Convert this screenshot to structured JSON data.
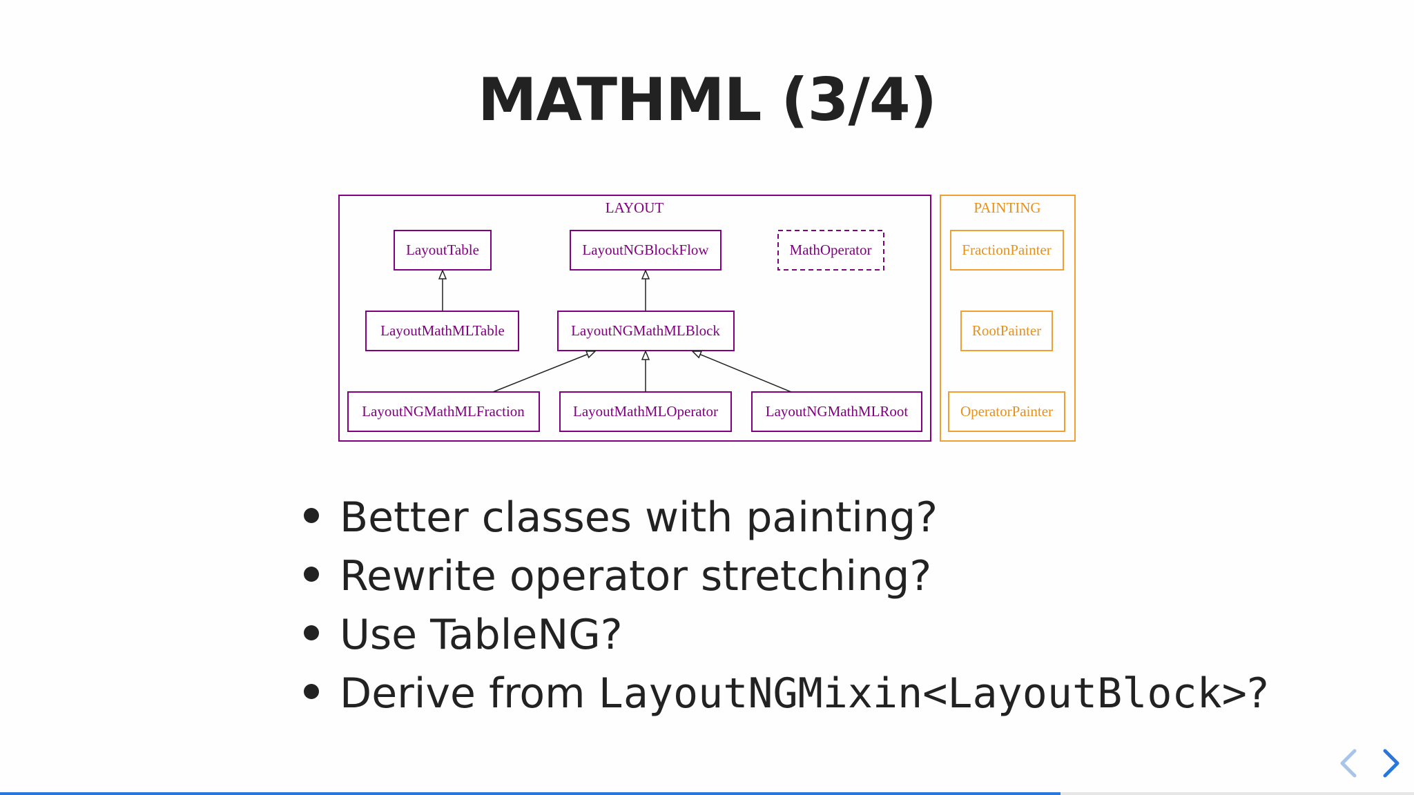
{
  "slide": {
    "title": "MATHML (3/4)"
  },
  "diagram": {
    "layout_group": {
      "label": "LAYOUT",
      "color": "#800080",
      "nodes": {
        "layout_table": "LayoutTable",
        "layout_ng_block_flow": "LayoutNGBlockFlow",
        "math_operator": "MathOperator",
        "layout_mathml_table": "LayoutMathMLTable",
        "layout_ng_mathml_block": "LayoutNGMathMLBlock",
        "layout_ng_mathml_fraction": "LayoutNGMathMLFraction",
        "layout_mathml_operator": "LayoutMathMLOperator",
        "layout_ng_mathml_root": "LayoutNGMathMLRoot"
      }
    },
    "painting_group": {
      "label": "PAINTING",
      "color": "#f0a030",
      "nodes": {
        "fraction_painter": "FractionPainter",
        "root_painter": "RootPainter",
        "operator_painter": "OperatorPainter"
      }
    }
  },
  "bullets": [
    {
      "text": "Better classes with painting?"
    },
    {
      "text": "Rewrite operator stretching?"
    },
    {
      "text": "Use TableNG?"
    },
    {
      "text_prefix": "Derive from ",
      "code": "LayoutNGMixin<LayoutBlock>",
      "text_suffix": "?"
    }
  ],
  "navigation": {
    "prev_icon": "chevron-left-icon",
    "next_icon": "chevron-right-icon",
    "prev_color": "#a9c4ea",
    "next_color": "#2a76dd"
  },
  "progress": {
    "fraction": 0.75,
    "color": "#2a76dd"
  }
}
